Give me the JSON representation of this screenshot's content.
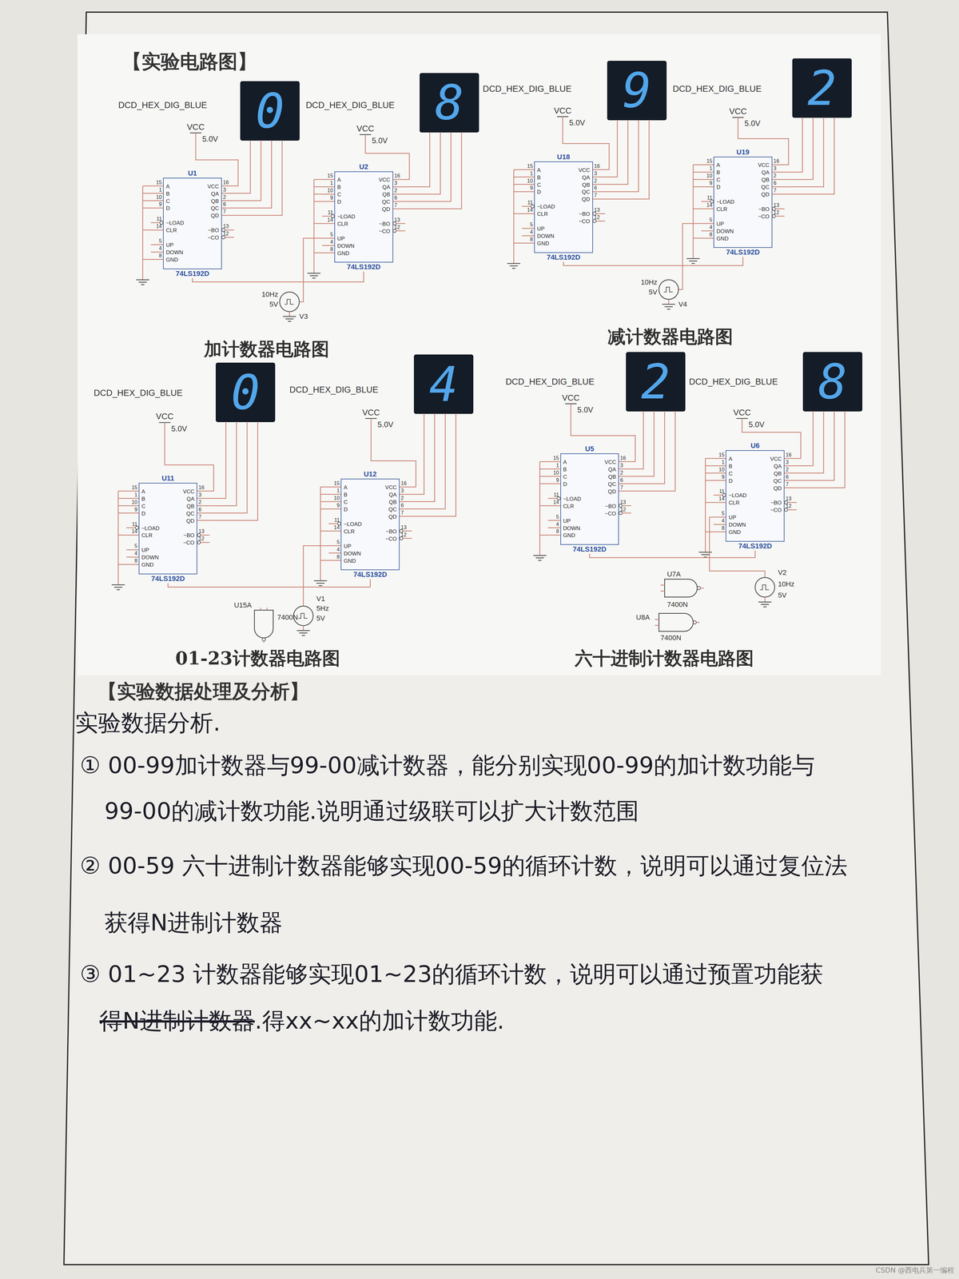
{
  "diagram": {
    "title": "【实验电路图】",
    "nodes": [
      {
        "text": [
          "U1",
          "A",
          "B",
          "C",
          "D",
          "~LOAD",
          "CLR",
          "UP",
          "DOWN",
          "GND",
          "VCC",
          "QA",
          "QB",
          "QC",
          "QD",
          "~BO",
          "~CO",
          "74LS192D"
        ]
      },
      {
        "text": [
          "U2",
          "A",
          "B",
          "C",
          "D",
          "~LOAD",
          "CLR",
          "UP",
          "DOWN",
          "GND",
          "VCC",
          "QA",
          "QB",
          "QC",
          "QD",
          "~BO",
          "~CO",
          "74LS192D"
        ]
      },
      {
        "text": [
          "U18",
          "A",
          "B",
          "C",
          "D",
          "~LOAD",
          "CLR",
          "UP",
          "DOWN",
          "GND",
          "VCC",
          "QA",
          "QB",
          "QC",
          "QD",
          "~BO",
          "~CO",
          "74LS192D"
        ]
      },
      {
        "text": [
          "U19",
          "A",
          "B",
          "C",
          "D",
          "~LOAD",
          "CLR",
          "UP",
          "DOWN",
          "GND",
          "VCC",
          "QA",
          "QB",
          "QC",
          "QD",
          "~BO",
          "~CO",
          "74LS192D"
        ]
      },
      {
        "text": [
          "U11",
          "A",
          "B",
          "C",
          "D",
          "~LOAD",
          "CLR",
          "UP",
          "DOWN",
          "GND",
          "VCC",
          "QA",
          "QB",
          "QC",
          "QD",
          "~BO",
          "~CO",
          "74LS192D"
        ]
      },
      {
        "text": [
          "U12",
          "A",
          "B",
          "C",
          "D",
          "~LOAD",
          "CLR",
          "UP",
          "DOWN",
          "GND",
          "VCC",
          "QA",
          "QB",
          "QC",
          "QD",
          "~BO",
          "~CO",
          "74LS192D"
        ]
      },
      {
        "text": [
          "U5",
          "A",
          "B",
          "C",
          "D",
          "~LOAD",
          "CLR",
          "UP",
          "DOWN",
          "GND",
          "VCC",
          "QA",
          "QB",
          "QC",
          "QD",
          "~BO",
          "~CO",
          "74LS192D"
        ]
      },
      {
        "text": [
          "U6",
          "A",
          "B",
          "C",
          "D",
          "~LOAD",
          "CLR",
          "UP",
          "DOWN",
          "GND",
          "VCC",
          "QA",
          "QB",
          "QC",
          "QD",
          "~BO",
          "~CO",
          "74LS192D"
        ]
      }
    ],
    "edges": [
      {
        "from": 1,
        "to": 0,
        "arrow": "none"
      },
      {
        "from": 3,
        "to": 2,
        "arrow": "none"
      },
      {
        "from": 5,
        "to": 4,
        "arrow": "none"
      },
      {
        "from": 7,
        "to": 6,
        "arrow": "none"
      }
    ],
    "labels": [
      "DCD_HEX_DIG_BLUE",
      "DCD_HEX_DIG_BLUE",
      "0",
      "8",
      "VCC",
      "5.0V",
      "VCC",
      "5.0V",
      "15",
      "1",
      "10",
      "9",
      "11",
      "14",
      "5",
      "4",
      "8",
      "16",
      "3",
      "2",
      "6",
      "7",
      "13",
      "12",
      "15",
      "1",
      "10",
      "9",
      "11",
      "14",
      "5",
      "4",
      "8",
      "16",
      "3",
      "2",
      "6",
      "7",
      "13",
      "12",
      "10Hz",
      "5V",
      "V3",
      "加计数器电路图",
      "DCD_HEX_DIG_BLUE",
      "DCD_HEX_DIG_BLUE",
      "9",
      "2",
      "VCC",
      "5.0V",
      "VCC",
      "5.0V",
      "15",
      "1",
      "10",
      "9",
      "11",
      "14",
      "5",
      "4",
      "8",
      "16",
      "3",
      "2",
      "6",
      "7",
      "13",
      "12",
      "15",
      "1",
      "10",
      "9",
      "11",
      "14",
      "5",
      "4",
      "8",
      "16",
      "3",
      "2",
      "6",
      "7",
      "13",
      "12",
      "10Hz",
      "5V",
      "V4",
      "减计数器电路图",
      "DCD_HEX_DIG_BLUE",
      "DCD_HEX_DIG_BLUE",
      "0",
      "4",
      "VCC",
      "5.0V",
      "VCC",
      "5.0V",
      "15",
      "1",
      "10",
      "9",
      "11",
      "14",
      "5",
      "4",
      "8",
      "16",
      "3",
      "2",
      "6",
      "7",
      "13",
      "12",
      "15",
      "1",
      "10",
      "9",
      "11",
      "14",
      "5",
      "4",
      "8",
      "16",
      "3",
      "2",
      "6",
      "7",
      "13",
      "12",
      "U15A",
      "7400N",
      "V1",
      "5Hz",
      "5V",
      "01-23计数器电路图",
      "DCD_HEX_DIG_BLUE",
      "DCD_HEX_DIG_BLUE",
      "2",
      "8",
      "VCC",
      "5.0V",
      "VCC",
      "5.0V",
      "15",
      "1",
      "10",
      "9",
      "11",
      "14",
      "5",
      "4",
      "8",
      "16",
      "3",
      "2",
      "6",
      "7",
      "13",
      "12",
      "15",
      "1",
      "10",
      "9",
      "11",
      "14",
      "5",
      "4",
      "8",
      "16",
      "3",
      "2",
      "6",
      "7",
      "13",
      "12",
      "U7A",
      "7400N",
      "U8A",
      "7400N",
      "V2",
      "10Hz",
      "5V",
      "六十进制计数器电路图",
      "【实验数据处理及分析】",
      "实验数据分析.",
      "① 00-99加计数器与99-00减计数器，能分别实现00-99的加计数功能与",
      "99-00的减计数功能.说明通过级联可以扩大计数范围",
      "② 00-59 六十进制计数器能够实现00-59的循环计数，说明可以通过复位法",
      "获得N进制计数器",
      "③ 01~23 计数器能够实现01~23的循环计数，说明可以通过预置功能获",
      "得N进制计数器",
      ".得xx~xx的加计数功能.",
      "CSDN @西电兵第一编程"
    ]
  }
}
